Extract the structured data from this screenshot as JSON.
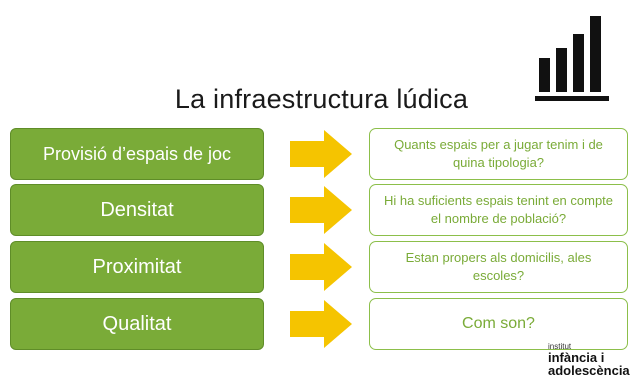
{
  "title": "La infraestructura lúdica",
  "colors": {
    "concept_fill": "#7aab38",
    "question_border": "#8cbf4a",
    "question_text": "#7aab38",
    "arrow": "#f5c400",
    "logo": "#111111"
  },
  "logo_icon": "bar-chart-icon",
  "rows": [
    {
      "concept": "Provisió d’espais de joc",
      "question": "Quants espais per a jugar tenim i de quina tipologia?"
    },
    {
      "concept": "Densitat",
      "question": "Hi ha  suficients espais tenint en compte el nombre de població?"
    },
    {
      "concept": "Proximitat",
      "question": "Estan propers als domicilis, ales escoles?"
    },
    {
      "concept": "Qualitat",
      "question": "Com son?"
    }
  ],
  "brand": {
    "line1": "institut",
    "line2": "infància i",
    "line3": "adolescència"
  }
}
